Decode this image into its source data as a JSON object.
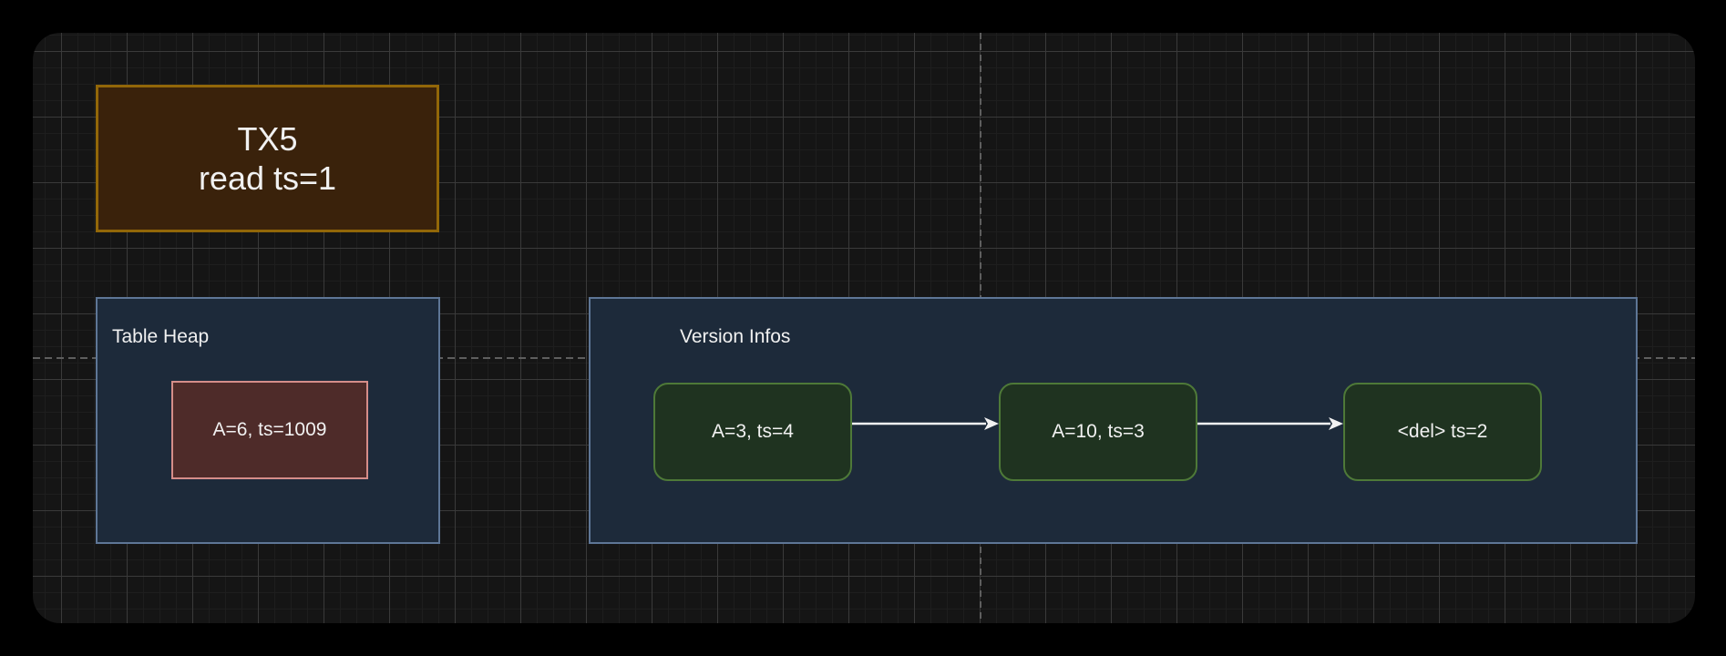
{
  "colors": {
    "page-bg": "#000000",
    "canvas-bg": "#151515",
    "grid-minor": "#1e1e1e",
    "grid-major": "#3a3a3a",
    "guide": "#5e5e5e",
    "text": "#f1f1f1",
    "tx5-fill": "#3a220b",
    "tx5-stroke": "#926708",
    "container-fill": "#1d2a3a",
    "container-stroke": "#5e7696",
    "tuple-fill": "#4e2b29",
    "tuple-stroke": "#d58d89",
    "version-fill": "#1f3320",
    "version-stroke": "#4e7938",
    "arrow": "#f2f2f2"
  },
  "nodes": {
    "tx5": {
      "line1": "TX5",
      "line2": "read ts=1"
    },
    "table_heap": {
      "title": "Table Heap"
    },
    "heap_tuple": {
      "label": "A=6, ts=1009"
    },
    "version_infos": {
      "title": "Version Infos"
    },
    "versions": [
      {
        "label": "A=3, ts=4"
      },
      {
        "label": "A=10, ts=3"
      },
      {
        "label": "<del> ts=2"
      }
    ]
  }
}
